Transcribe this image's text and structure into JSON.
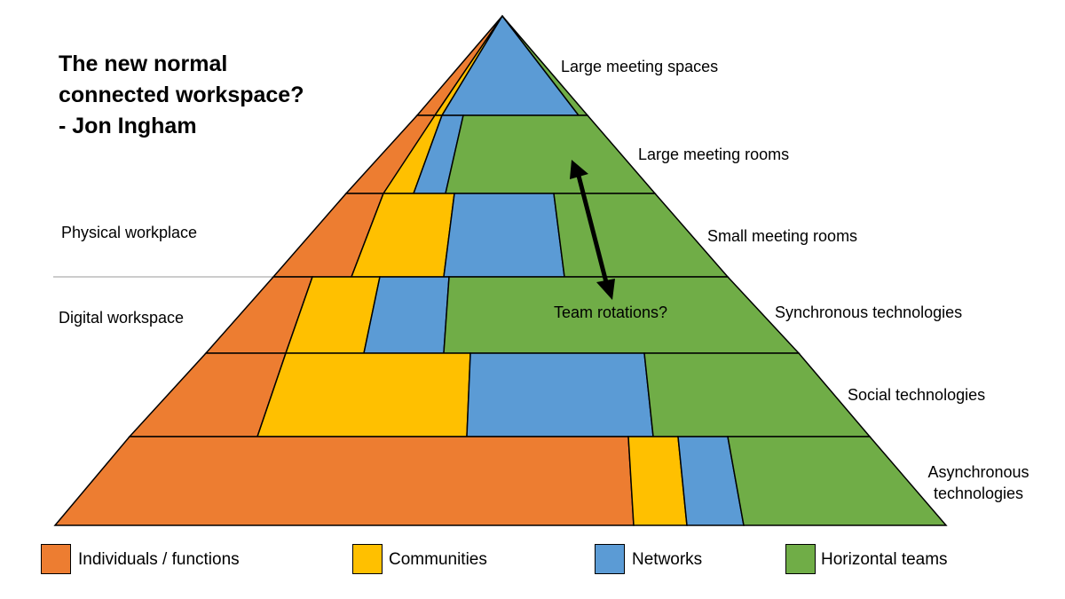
{
  "title_lines": [
    "The new normal",
    "connected workspace?",
    "- Jon Ingham"
  ],
  "section_labels": {
    "physical": "Physical workplace",
    "digital": "Digital workspace"
  },
  "tiers": [
    "Large meeting spaces",
    "Large meeting rooms",
    "Small meeting rooms",
    "Synchronous technologies",
    "Social technologies",
    "Asynchronous technologies"
  ],
  "annotation": "Team rotations?",
  "colors": {
    "individuals": "#ED7D31",
    "communities": "#FFC000",
    "networks": "#5B9BD5",
    "teams": "#70AD47"
  },
  "legend": [
    {
      "key": "individuals",
      "label": "Individuals / functions"
    },
    {
      "key": "communities",
      "label": "Communities"
    },
    {
      "key": "networks",
      "label": "Networks"
    },
    {
      "key": "teams",
      "label": "Horizontal teams"
    }
  ]
}
